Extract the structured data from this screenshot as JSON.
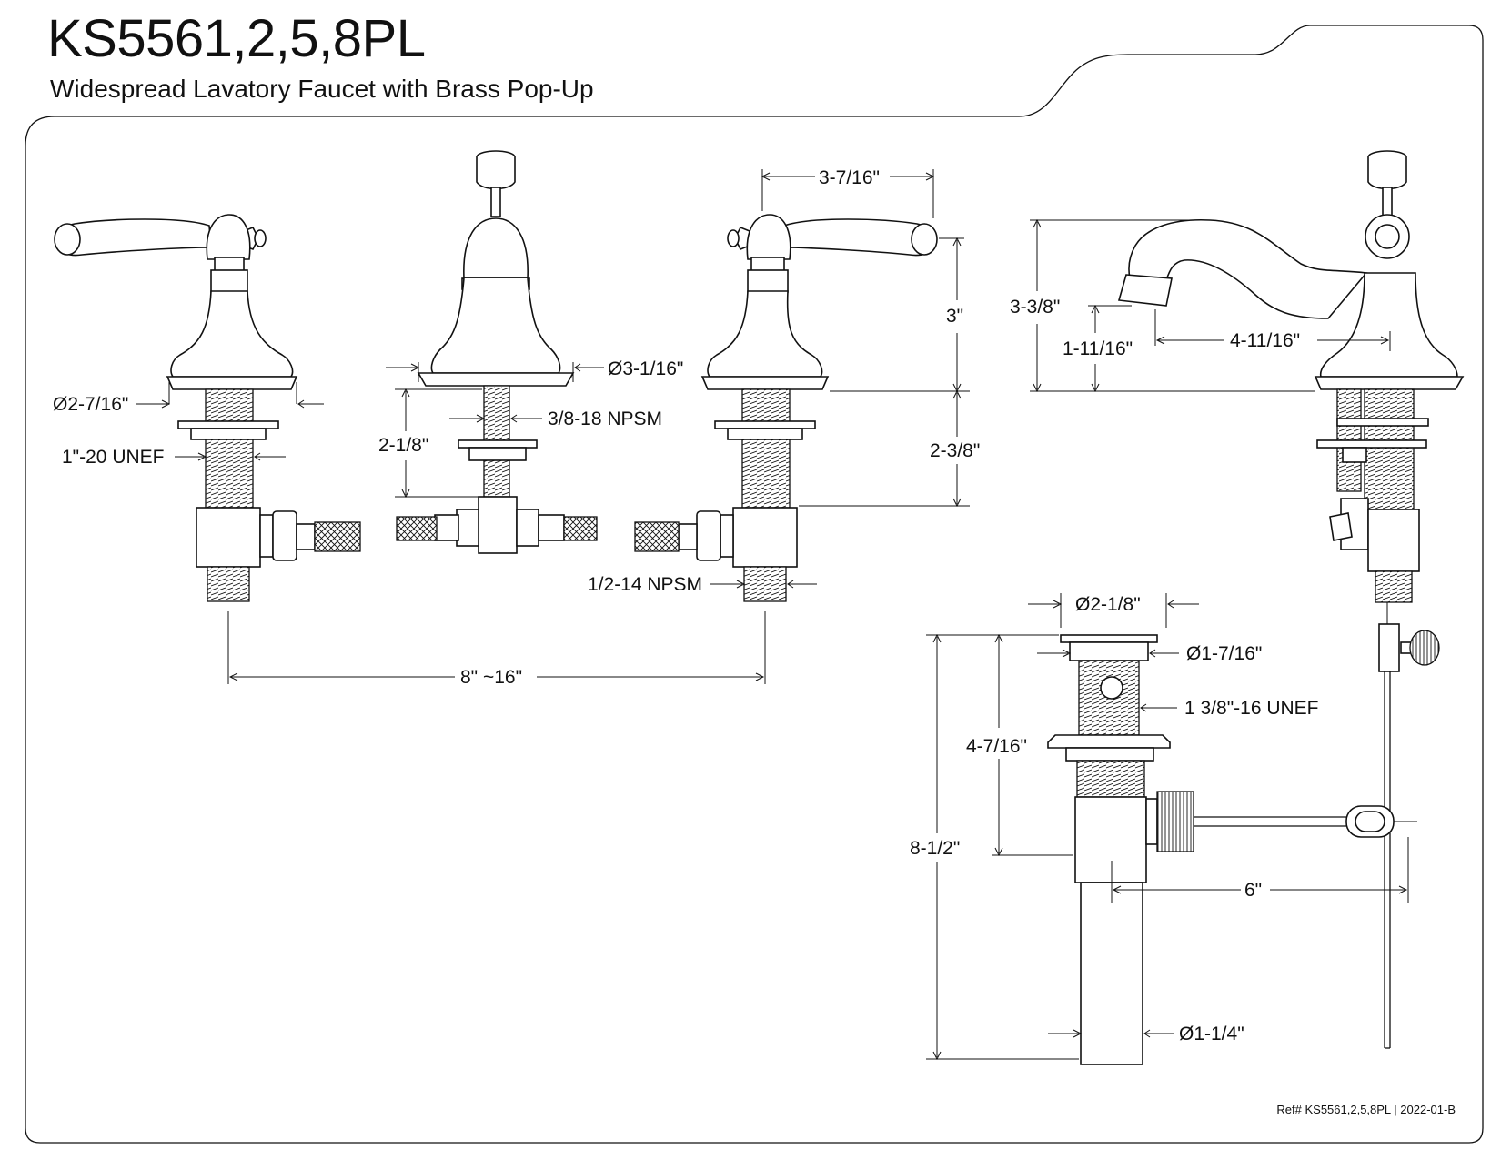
{
  "header": {
    "model": "KS5561,2,5,8PL",
    "description": "Widespread Lavatory Faucet with Brass Pop-Up"
  },
  "dimensions": {
    "handle_base_dia": "Ø2-7/16\"",
    "handle_thread": "1\"-20 UNEF",
    "spout_base_dia": "Ø3-1/16\"",
    "spout_thread": "3/8-18 NPSM",
    "spout_shank": "2-1/8\"",
    "handle_width": "3-7/16\"",
    "handle_height": "3\"",
    "handle_shank": "2-3/8\"",
    "supply_thread": "1/2-14 NPSM",
    "spread": "8\" ~16\"",
    "spout_height": "3-3/8\"",
    "spout_outlet_height": "1-11/16\"",
    "spout_reach": "4-11/16\"",
    "drain_flange_dia": "Ø2-1/8\"",
    "drain_body_dia": "Ø1-7/16\"",
    "drain_thread": "1 3/8\"-16 UNEF",
    "drain_upper_length": "4-7/16\"",
    "drain_total_length": "8-1/2\"",
    "linkage_length": "6\"",
    "tailpiece_dia": "Ø1-1/4\""
  },
  "footer": {
    "reference": "Ref# KS5561,2,5,8PL | 2022-01-B"
  }
}
